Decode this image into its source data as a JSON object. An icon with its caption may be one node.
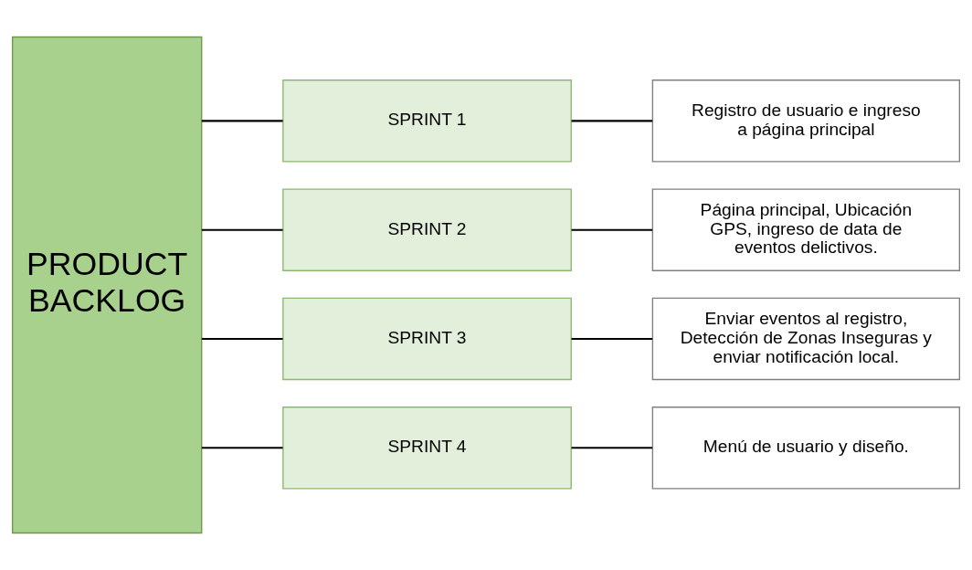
{
  "diagram": {
    "nodes": [
      {
        "text": [
          "PRODUCT BACKLOG"
        ]
      },
      {
        "text": [
          "SPRINT 1"
        ]
      },
      {
        "text": [
          "Registro de usuario e ingreso a página principal"
        ]
      },
      {
        "text": [
          "SPRINT 2"
        ]
      },
      {
        "text": [
          "Página principal, Ubicación GPS, ingreso de data de eventos delictivos."
        ]
      },
      {
        "text": [
          "SPRINT 3"
        ]
      },
      {
        "text": [
          "Enviar eventos al registro, Detección de Zonas Inseguras y enviar notificación local."
        ]
      },
      {
        "text": [
          "SPRINT 4"
        ]
      },
      {
        "text": [
          "Menú de usuario y diseño."
        ]
      }
    ],
    "edges": [
      {
        "from": 0,
        "to": 1,
        "arrow": "none"
      },
      {
        "from": 0,
        "to": 3,
        "arrow": "none"
      },
      {
        "from": 0,
        "to": 5,
        "arrow": "none"
      },
      {
        "from": 0,
        "to": 7,
        "arrow": "none"
      },
      {
        "from": 1,
        "to": 2,
        "arrow": "none"
      },
      {
        "from": 3,
        "to": 4,
        "arrow": "none"
      },
      {
        "from": 5,
        "to": 6,
        "arrow": "none"
      },
      {
        "from": 7,
        "to": 8,
        "arrow": "none"
      }
    ]
  }
}
